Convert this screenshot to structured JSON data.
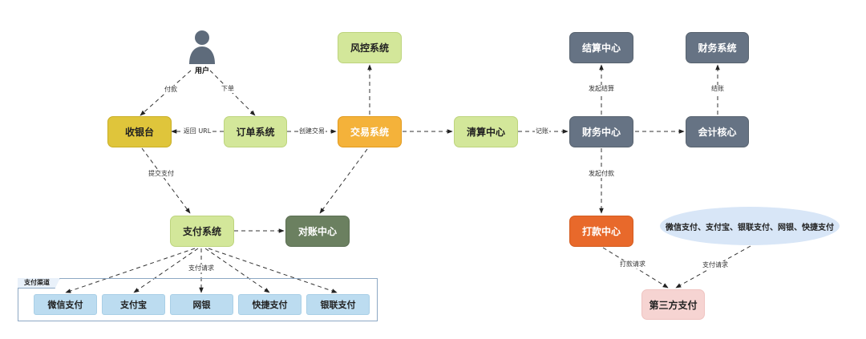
{
  "user": {
    "label": "用户"
  },
  "nodes": {
    "cashier": "收银台",
    "order": "订单系统",
    "trade": "交易系统",
    "risk": "风控系统",
    "clearing": "清算中心",
    "finance_center": "财务中心",
    "settlement": "结算中心",
    "finance_system": "财务系统",
    "accounting": "会计核心",
    "payment_system": "支付系统",
    "reconciliation": "对账中心",
    "payout": "打款中心",
    "third_party": "第三方支付"
  },
  "channel_group": {
    "title": "支付渠道",
    "items": [
      "微信支付",
      "支付宝",
      "网银",
      "快捷支付",
      "银联支付"
    ]
  },
  "third_party_channels": "微信支付、支付宝、银联支付、网银、快捷支付",
  "edge_labels": {
    "pay": "付款",
    "place_order": "下单",
    "return_url": "返回 URL",
    "create_trade": "创建交易",
    "submit_payment": "提交支付",
    "payment_request": "支付请求",
    "bookkeeping": "记账",
    "initiate_settlement": "发起结算",
    "settle_accounts": "结账",
    "initiate_payment": "发起付款",
    "payout_request": "打款请求",
    "third_payment_request": "支付请求"
  }
}
